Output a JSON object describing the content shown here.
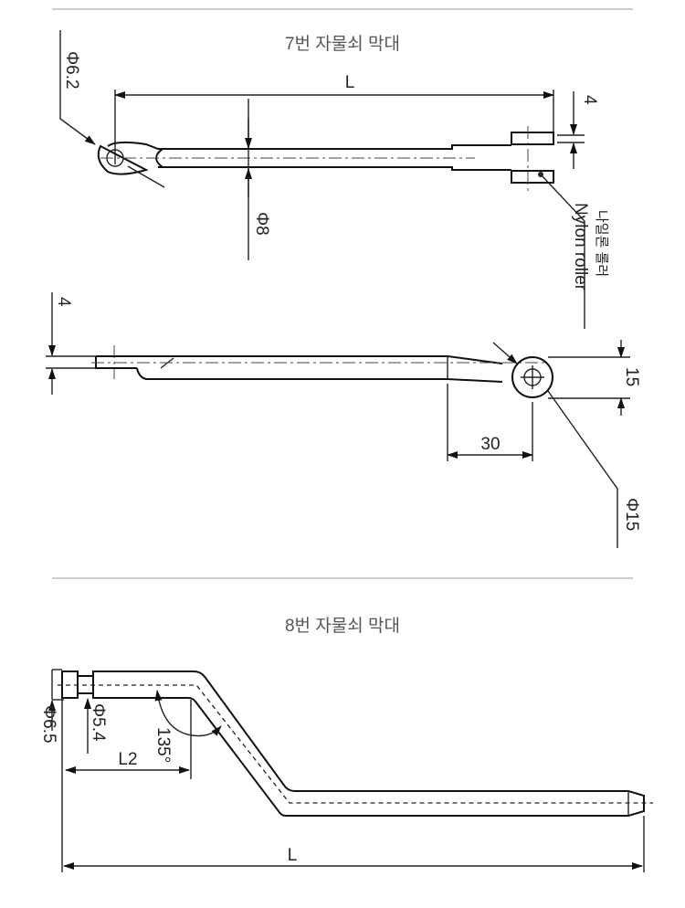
{
  "drawing_7": {
    "title": "7번 자물쇠 막대",
    "length_label": "L",
    "eye_hole_label": "Φ6.2",
    "rod_diameter_label": "Φ8",
    "fork_gap_label": "4",
    "roller_label_en": "Nylon roller",
    "roller_label_ko": "나일론 롤러",
    "side_thickness_label": "4",
    "eye_height_label": "15",
    "eye_offset_label": "30",
    "eye_diameter_label": "Φ15"
  },
  "drawing_8": {
    "title": "8번 자물쇠 막대",
    "head_diameter_label": "Φ6.5",
    "neck_diameter_label": "Φ5.4",
    "angle_label": "135°",
    "offset_length_label": "L2",
    "length_label": "L"
  }
}
